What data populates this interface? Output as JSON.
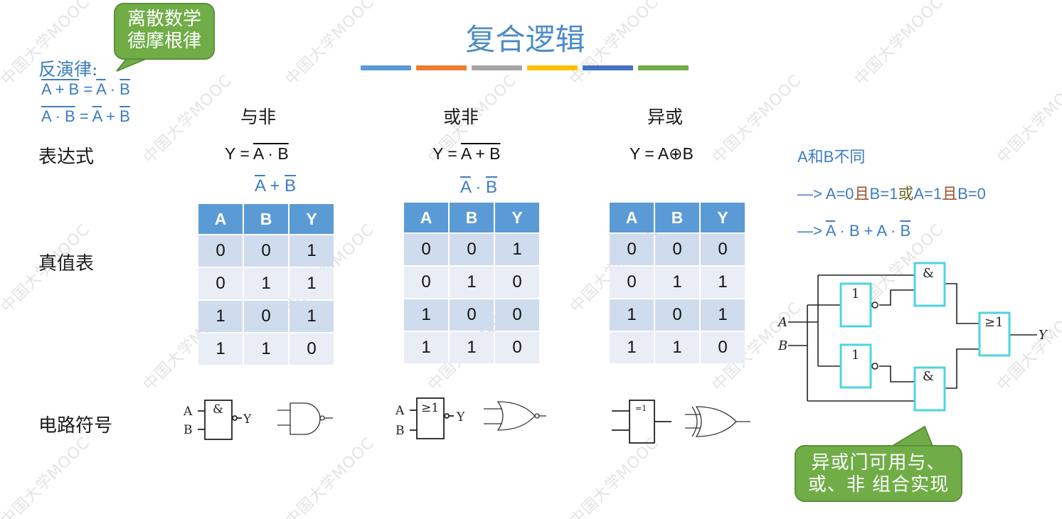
{
  "slide": {
    "title": "复合逻辑",
    "color_bar": [
      "#5b9bd5",
      "#ed7d31",
      "#a5a5a5",
      "#ffc000",
      "#4472c4",
      "#70ad47"
    ],
    "watermark_text": "中国大学MOOC"
  },
  "callout_top": {
    "line1": "离散数学",
    "line2": "德摩根律"
  },
  "de_morgan": {
    "title": "反演律:",
    "law1": {
      "lhs": "A + B",
      "eq": "=",
      "r1": "A",
      "op": "·",
      "r2": "B"
    },
    "law2": {
      "lhs": "A · B",
      "eq": "=",
      "r1": "A",
      "op": "+",
      "r2": "B"
    }
  },
  "row_labels": {
    "expression": "表达式",
    "truth_table": "真值表",
    "circuit_symbol": "电路符号"
  },
  "columns": [
    {
      "name": "与非",
      "expr_prefix": "Y =",
      "expr_over": "A · B",
      "expr_alt": {
        "a": "A",
        "op": "+",
        "b": "B"
      },
      "table": {
        "headers": [
          "A",
          "B",
          "Y"
        ],
        "rows": [
          [
            "0",
            "0",
            "1"
          ],
          [
            "0",
            "1",
            "1"
          ],
          [
            "1",
            "0",
            "1"
          ],
          [
            "1",
            "1",
            "0"
          ]
        ]
      },
      "symbol_box": "&",
      "symbol_inputs": [
        "A",
        "B"
      ],
      "symbol_output": "Y"
    },
    {
      "name": "或非",
      "expr_prefix": "Y =",
      "expr_over": "A + B",
      "expr_alt": {
        "a": "A",
        "op": "·",
        "b": "B"
      },
      "table": {
        "headers": [
          "A",
          "B",
          "Y"
        ],
        "rows": [
          [
            "0",
            "0",
            "1"
          ],
          [
            "0",
            "1",
            "0"
          ],
          [
            "1",
            "0",
            "0"
          ],
          [
            "1",
            "1",
            "0"
          ]
        ]
      },
      "symbol_box": "≥1",
      "symbol_inputs": [
        "A",
        "B"
      ],
      "symbol_output": "Y"
    },
    {
      "name": "异或",
      "expr": "Y = A⊕B",
      "table": {
        "headers": [
          "A",
          "B",
          "Y"
        ],
        "rows": [
          [
            "0",
            "0",
            "0"
          ],
          [
            "0",
            "1",
            "1"
          ],
          [
            "1",
            "0",
            "1"
          ],
          [
            "1",
            "1",
            "0"
          ]
        ]
      },
      "symbol_box": "=1"
    }
  ],
  "xor_explain": {
    "line1": "A和B不同",
    "line2": {
      "arrow": "—>",
      "p1": "A=0",
      "and1": "且",
      "p2": "B=1",
      "or": "或",
      "p3": "A=1",
      "and2": "且",
      "p4": "B=0"
    },
    "line3": {
      "arrow": "—>",
      "t1a": "A",
      "t1op": "·",
      "t1b": "B",
      "plus": "+",
      "t2a": "A",
      "t2op": "·",
      "t2b": "B"
    }
  },
  "xor_circuit": {
    "inputs": [
      "A",
      "B"
    ],
    "output": "Y",
    "not_label": "1",
    "and_label": "&",
    "or_label": "≥1",
    "gate_border": "#4fd4e0"
  },
  "callout_bottom": {
    "line1": "异或门可用与、",
    "line2": "或、非 组合实现"
  }
}
